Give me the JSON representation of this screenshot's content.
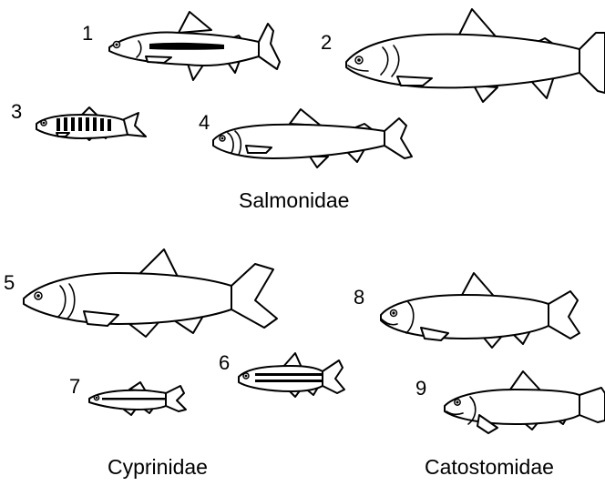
{
  "figure": {
    "families": [
      "Salmonidae",
      "Cyprinidae",
      "Catostomidae"
    ],
    "fish_labels": [
      "1",
      "2",
      "3",
      "4",
      "5",
      "6",
      "7",
      "8",
      "9"
    ]
  }
}
